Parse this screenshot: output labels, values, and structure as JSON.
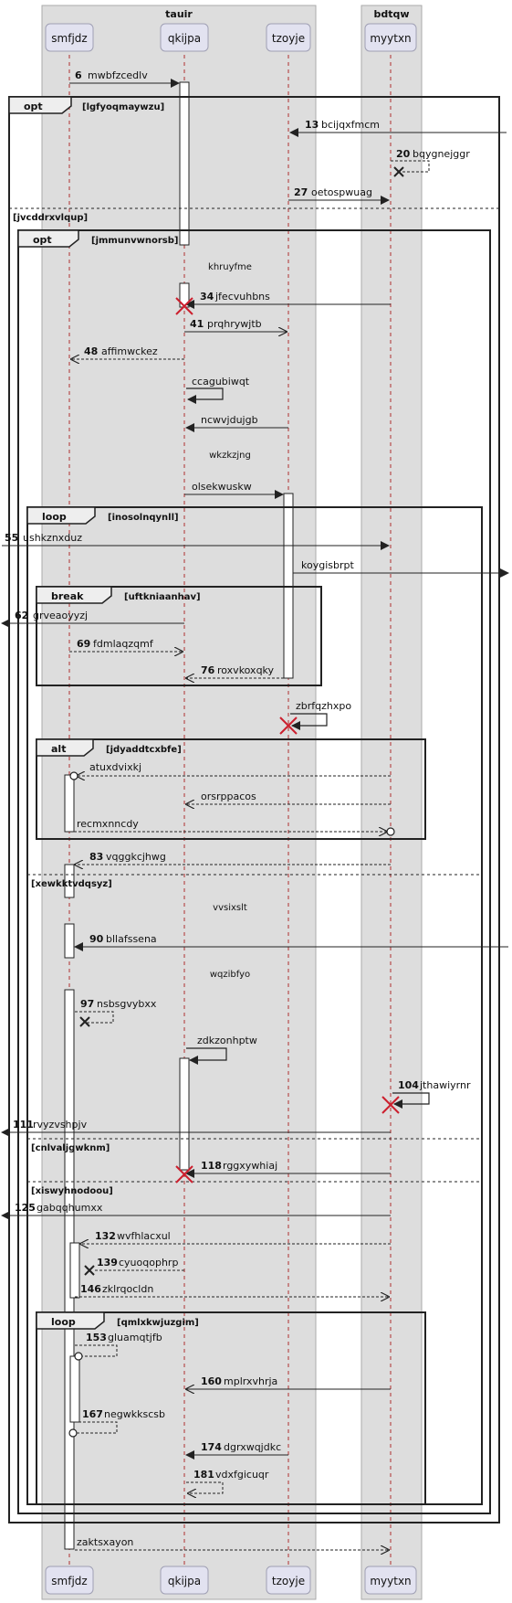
{
  "colors": {
    "group_fill": "#dddddd",
    "group_border": "#aaaaaa",
    "participant_fill": "#e2e2f0",
    "participant_border": "#a0a0b4",
    "lifeline": "#b03030",
    "line": "#222222",
    "destroy": "#cc1f2e"
  },
  "groups": [
    {
      "id": "g1",
      "name": "tauir"
    },
    {
      "id": "g2",
      "name": "bdtqw"
    }
  ],
  "participants": [
    {
      "id": "smfjdz",
      "label": "smfjdz"
    },
    {
      "id": "qkijpa",
      "label": "qkijpa"
    },
    {
      "id": "tzoyje",
      "label": "tzoyje"
    },
    {
      "id": "myytxn",
      "label": "myytxn"
    }
  ],
  "fragments": [
    {
      "id": "f_opt1",
      "keyword": "opt",
      "guard": "[lgfyoqmaywzu]"
    },
    {
      "id": "f_opt2",
      "keyword": "opt",
      "guard": "[jmmunvwnorsb]"
    },
    {
      "id": "f_loop1",
      "keyword": "loop",
      "guard": "[inosolnqynll]"
    },
    {
      "id": "f_break",
      "keyword": "break",
      "guard": "[uftkniaanhav]"
    },
    {
      "id": "f_alt",
      "keyword": "alt",
      "guard": "[jdyaddtcxbfe]"
    },
    {
      "id": "f_loop2",
      "keyword": "loop",
      "guard": "[qmlxkwjuzgim]"
    }
  ],
  "else_sections": [
    {
      "id": "e1",
      "guard": "[jvcddrxvlqup]"
    },
    {
      "id": "e2",
      "guard": "[xewkktvdqsyz]"
    },
    {
      "id": "e3",
      "guard": "[cnlvaljgwknm]"
    },
    {
      "id": "e4",
      "guard": "[xiswyhnodoou]"
    }
  ],
  "delays": [
    {
      "id": "d1",
      "text": "khruyfme"
    },
    {
      "id": "d2",
      "text": "wkzkzjng"
    },
    {
      "id": "d3",
      "text": "vvsixslt"
    },
    {
      "id": "d4",
      "text": "wqzibfyo"
    }
  ],
  "messages": [
    {
      "id": "m1",
      "num": "6",
      "text": "mwbfzcedlv"
    },
    {
      "id": "m2",
      "num": "13",
      "text": "bcijqxfmcm"
    },
    {
      "id": "m3",
      "num": "20",
      "text": "bqygnejggr"
    },
    {
      "id": "m4",
      "num": "27",
      "text": "oetospwuag"
    },
    {
      "id": "m5",
      "num": "34",
      "text": "jfecvuhbns"
    },
    {
      "id": "m6",
      "num": "41",
      "text": "prqhrywjtb"
    },
    {
      "id": "m7",
      "num": "48",
      "text": "affimwckez"
    },
    {
      "id": "m8",
      "num": "",
      "text": "ccagubiwqt"
    },
    {
      "id": "m9",
      "num": "",
      "text": "ncwvjdujgb"
    },
    {
      "id": "m10",
      "num": "",
      "text": "olsekwuskw"
    },
    {
      "id": "m11",
      "num": "55",
      "text": "ushkznxduz"
    },
    {
      "id": "m12",
      "num": "",
      "text": "koygisbrpt"
    },
    {
      "id": "m13",
      "num": "62",
      "text": "grveaoyyzj"
    },
    {
      "id": "m14",
      "num": "69",
      "text": "fdmlaqzqmf"
    },
    {
      "id": "m15",
      "num": "76",
      "text": "roxvkoxqky"
    },
    {
      "id": "m16",
      "num": "",
      "text": "zbrfqzhxpo"
    },
    {
      "id": "m17",
      "num": "",
      "text": "atuxdvixkj"
    },
    {
      "id": "m18",
      "num": "",
      "text": "orsrppacos"
    },
    {
      "id": "m19",
      "num": "",
      "text": "recmxnncdy"
    },
    {
      "id": "m20",
      "num": "83",
      "text": "vqggkcjhwg"
    },
    {
      "id": "m21",
      "num": "90",
      "text": "bllafssena"
    },
    {
      "id": "m22",
      "num": "97",
      "text": "nsbsgvybxx"
    },
    {
      "id": "m23",
      "num": "",
      "text": "zdkzonhptw"
    },
    {
      "id": "m24",
      "num": "104",
      "text": "jthawiyrnr"
    },
    {
      "id": "m25",
      "num": "111",
      "text": "rvyzvshpjv"
    },
    {
      "id": "m26",
      "num": "118",
      "text": "rggxywhiaj"
    },
    {
      "id": "m27",
      "num": "125",
      "text": "gabqqhumxx"
    },
    {
      "id": "m28",
      "num": "132",
      "text": "wvfhlacxul"
    },
    {
      "id": "m29",
      "num": "139",
      "text": "cyuoqophrp"
    },
    {
      "id": "m30",
      "num": "146",
      "text": "zklrqocldn"
    },
    {
      "id": "m31",
      "num": "153",
      "text": "gluamqtjfb"
    },
    {
      "id": "m32",
      "num": "160",
      "text": "mplrxvhrja"
    },
    {
      "id": "m33",
      "num": "167",
      "text": "negwkkscsb"
    },
    {
      "id": "m34",
      "num": "174",
      "text": "dgrxwqjdkc"
    },
    {
      "id": "m35",
      "num": "181",
      "text": "vdxfgicuqr"
    },
    {
      "id": "m36",
      "num": "",
      "text": "zaktsxayon"
    }
  ]
}
